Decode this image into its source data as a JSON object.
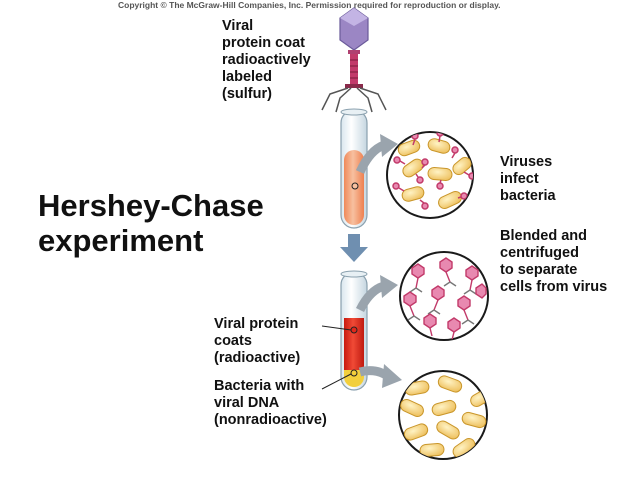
{
  "copyright": "Copyright © The McGraw-Hill Companies, Inc. Permission required for reproduction or display.",
  "title": [
    "Hershey-Chase",
    "experiment"
  ],
  "labels": {
    "viral_coat": [
      "Viral",
      "protein coat",
      "radioactively",
      "labeled",
      "(sulfur)"
    ],
    "infect": [
      "Viruses",
      "infect",
      "bacteria"
    ],
    "blended": [
      "Blended and",
      "centrifuged",
      "to separate",
      "cells from virus"
    ],
    "coats": [
      "Viral protein",
      "coats",
      "(radioactive)"
    ],
    "bacteria_dna": [
      "Bacteria with",
      "viral DNA",
      "(nonradioactive)"
    ]
  },
  "colors": {
    "virus_head": "#9b86c4",
    "virus_tail": "#c23a6a",
    "bacteria": "#f2cf6e",
    "bacteria_edge": "#c9962a",
    "tube_infect": "#f2a07a",
    "tube_radio": "#e0281c",
    "pellet": "#f2cf3c",
    "arrow": "#9aa4ad",
    "down_arrow": "#6f8fb0"
  }
}
